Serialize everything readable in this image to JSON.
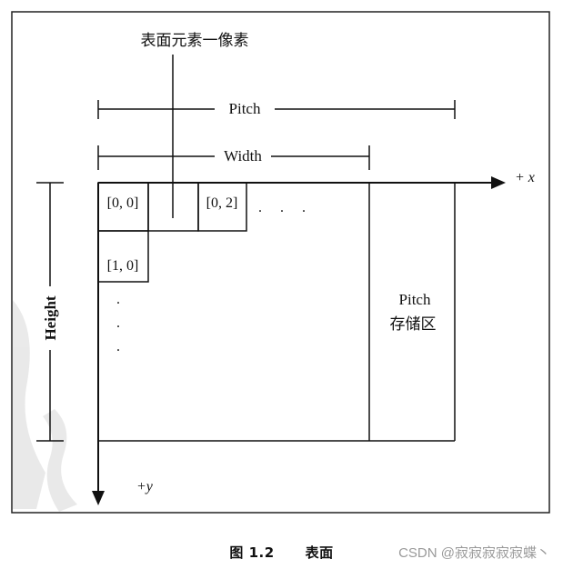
{
  "labels": {
    "surface_element": "表面元素一像素",
    "pitch": "Pitch",
    "width": "Width",
    "height": "Height",
    "plus_x": "+ x",
    "plus_y": "+y",
    "pitch_storage_line1": "Pitch",
    "pitch_storage_line2": "存储区",
    "cell_00": "[0, 0]",
    "cell_02": "[0, 2]",
    "cell_10": "[1, 0]",
    "row_ellipsis": ". . .",
    "col_ellipsis": [
      ".",
      ".",
      "."
    ]
  },
  "caption": {
    "number": "图 1.2",
    "title": "表面"
  },
  "watermark": "CSDN @寂寂寂寂寂蝶丶",
  "colors": {
    "ink": "#111111",
    "frame": "#222222",
    "watermark": "#9a9a9a",
    "background": "#ffffff"
  }
}
